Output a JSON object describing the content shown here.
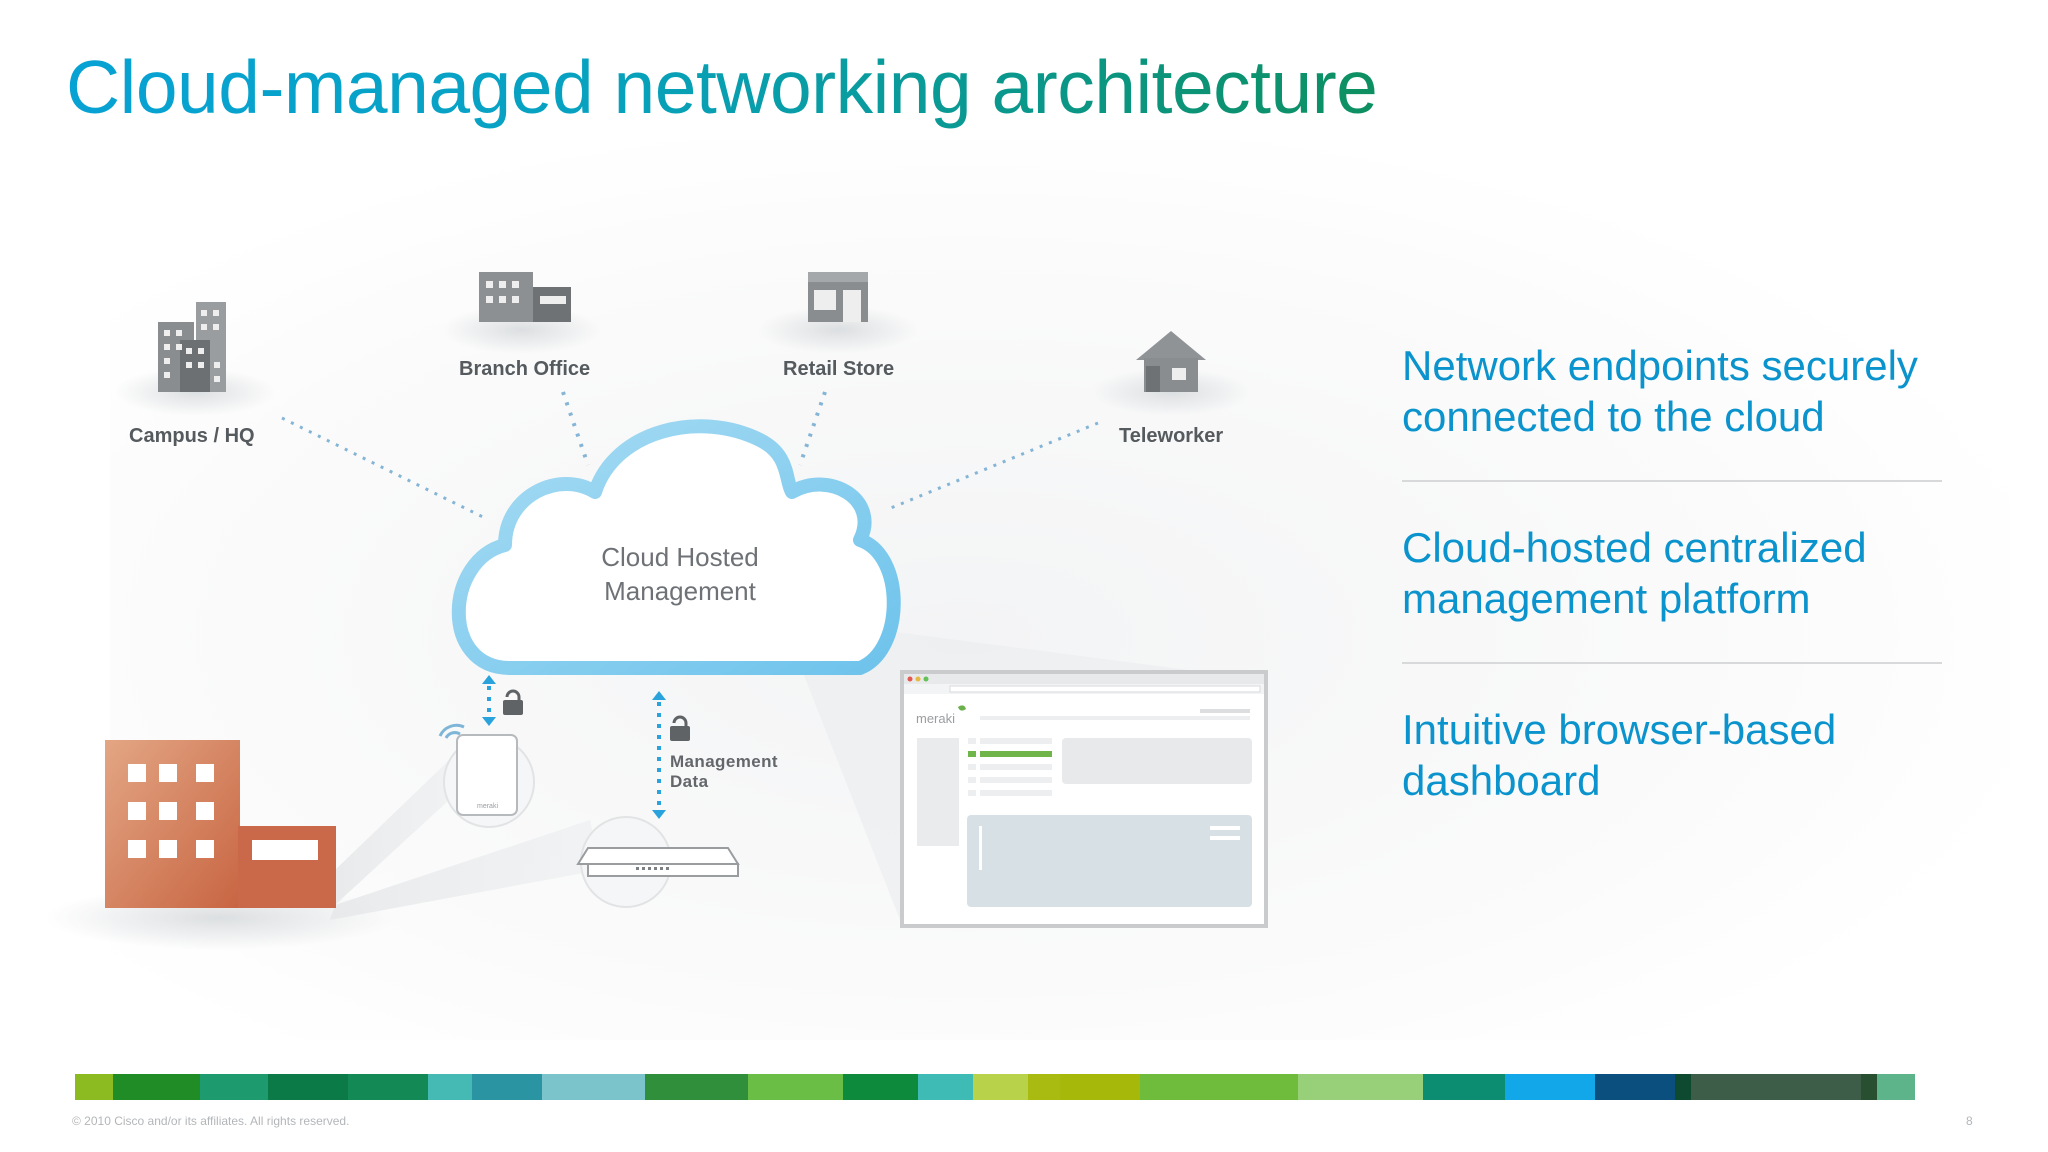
{
  "title": "Cloud-managed networking architecture",
  "diagram": {
    "campus_label": "Campus / HQ",
    "branch_label": "Branch Office",
    "retail_label": "Retail Store",
    "teleworker_label": "Teleworker",
    "cloud_line1": "Cloud Hosted",
    "cloud_line2": "Management",
    "mgmt_line1": "Management",
    "mgmt_line2": "Data",
    "brand_logo_text": "meraki"
  },
  "bullets": [
    "Network endpoints securely connected to the cloud",
    "Cloud-hosted centralized management platform",
    "Intuitive browser-based dashboard"
  ],
  "footer": {
    "copyright": "© 2010 Cisco and/or its affiliates. All rights reserved.",
    "page_number": "8"
  },
  "colors": {
    "title_start": "#07a2d4",
    "title_end": "#0d8f60",
    "bullet_text": "#0a93cc",
    "cloud_outline": "#8fd0ef",
    "dash_blue": "#2aa3dc",
    "building_orange": "#cf6f4e",
    "color_bar": [
      "#8bbb21",
      "#1f8c25",
      "#1e9b6e",
      "#0b7a47",
      "#138a55",
      "#45bab5",
      "#2a94a3",
      "#7cc4cc",
      "#2f8f3a",
      "#6abe45",
      "#0e8a3d",
      "#3fbbb5",
      "#b8d24a",
      "#a9bb10",
      "#a6b90a",
      "#6fbc3c",
      "#98d07a",
      "#0c8c70",
      "#11a7e8",
      "#0b4f7e",
      "#0e4a30",
      "#3e5d49",
      "#285030",
      "#5db38a"
    ]
  }
}
